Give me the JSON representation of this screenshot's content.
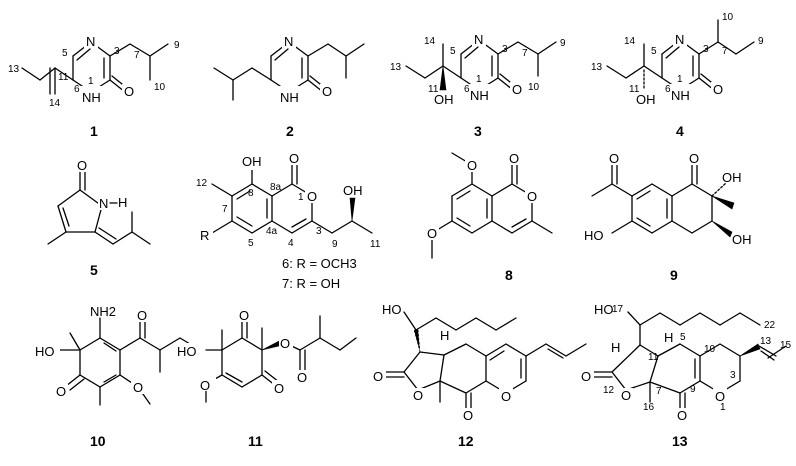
{
  "atoms": {
    "N": "N",
    "O": "O",
    "H": "H",
    "NH": "NH",
    "OH": "OH",
    "HO": "HO",
    "R": "R",
    "NH2": "NH2"
  },
  "compounds": [
    {
      "id": "1",
      "locants": [
        "1",
        "3",
        "5",
        "6",
        "7",
        "9",
        "10",
        "11",
        "13",
        "14"
      ]
    },
    {
      "id": "2"
    },
    {
      "id": "3",
      "locants": [
        "1",
        "3",
        "5",
        "6",
        "7",
        "9",
        "10",
        "11",
        "13",
        "14"
      ]
    },
    {
      "id": "4",
      "locants": [
        "1",
        "3",
        "5",
        "6",
        "7",
        "9",
        "10",
        "11",
        "13",
        "14"
      ]
    },
    {
      "id": "5"
    },
    {
      "id": "6",
      "locants": [
        "1",
        "3",
        "4",
        "4a",
        "5",
        "7",
        "8",
        "8a",
        "9",
        "11",
        "12"
      ]
    },
    {
      "id": "7"
    },
    {
      "id": "8"
    },
    {
      "id": "9"
    },
    {
      "id": "10"
    },
    {
      "id": "11"
    },
    {
      "id": "12"
    },
    {
      "id": "13",
      "locants": [
        "1",
        "3",
        "5",
        "7",
        "9",
        "10",
        "11",
        "12",
        "13",
        "15",
        "16",
        "17",
        "22"
      ]
    }
  ],
  "r_groups": {
    "r6": "6: R = OCH3",
    "r7": "7: R = OH"
  }
}
